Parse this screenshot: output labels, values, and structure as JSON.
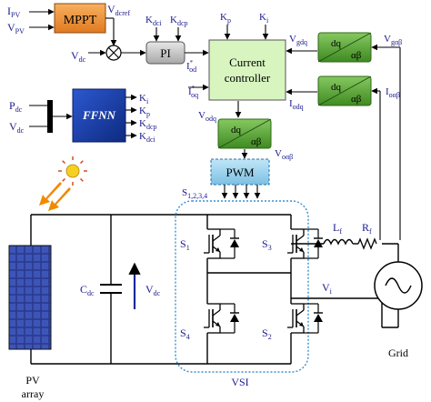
{
  "colors": {
    "mppt_block": "#f5a040",
    "pi_block": "#c8c8c8",
    "controller_block": "#d8f5c0",
    "transform_block": "#5fa83a",
    "ffnn_block": "#1c3fa8",
    "pwm_block": "#9fd4f0",
    "vsi_border": "#3a8fd0",
    "labels": "#1a1a8c",
    "sun": "#f5d020",
    "rays": "#f08a00",
    "pv_panel": "#2a3a8c"
  },
  "mppt": {
    "title": "MPPT",
    "in1": "I",
    "in1_sub": "PV",
    "in2": "V",
    "in2_sub": "PV",
    "out": "V",
    "out_sub": "dcref"
  },
  "summing": {
    "in": "V",
    "in_sub": "dc"
  },
  "pi": {
    "title": "PI",
    "k1": "K",
    "k1_sub": "dci",
    "k2": "K",
    "k2_sub": "dcp"
  },
  "controller": {
    "line1": "Current",
    "line2": "controller",
    "kp": "K",
    "kp_sub": "p",
    "ki": "K",
    "ki_sub": "i",
    "iod": "I",
    "iod_sub": "od",
    "ioq": "I",
    "ioq_sub": "oq",
    "vgdq": "V",
    "vgdq_sub": "gdq",
    "iodq": "I",
    "iodq_sub": "odq",
    "vodq": "V",
    "vodq_sub": "odq",
    "star": "*"
  },
  "transforms": {
    "top_right": {
      "a": "dq",
      "b": "αβ",
      "out": "V",
      "out_sub": "gαβ"
    },
    "mid_right": {
      "a": "dq",
      "b": "αβ",
      "out": "I",
      "out_sub": "oαβ"
    },
    "center": {
      "a": "dq",
      "b": "αβ",
      "out": "V",
      "out_sub": "oαβ"
    }
  },
  "ffnn": {
    "title": "FFNN",
    "in1": "P",
    "in1_sub": "dc",
    "in2": "V",
    "in2_sub": "dc",
    "outputs": [
      {
        "k": "K",
        "sub": "i"
      },
      {
        "k": "K",
        "sub": "p"
      },
      {
        "k": "K",
        "sub": "dcp"
      },
      {
        "k": "K",
        "sub": "dci"
      }
    ]
  },
  "pwm": {
    "title": "PWM",
    "out": "S",
    "out_sub": "1,2,3,4"
  },
  "dc_link": {
    "cap": "C",
    "cap_sub": "dc",
    "volt": "V",
    "volt_sub": "dc"
  },
  "switches": {
    "s1": {
      "s": "S",
      "sub": "1"
    },
    "s2": {
      "s": "S",
      "sub": "2"
    },
    "s3": {
      "s": "S",
      "sub": "3"
    },
    "s4": {
      "s": "S",
      "sub": "4"
    }
  },
  "filter": {
    "l": "L",
    "l_sub": "f",
    "r": "R",
    "r_sub": "f",
    "vi": "V",
    "vi_sub": "i"
  },
  "captions": {
    "vsi": "VSI",
    "pv_line1": "PV",
    "pv_line2": "array",
    "grid": "Grid"
  }
}
